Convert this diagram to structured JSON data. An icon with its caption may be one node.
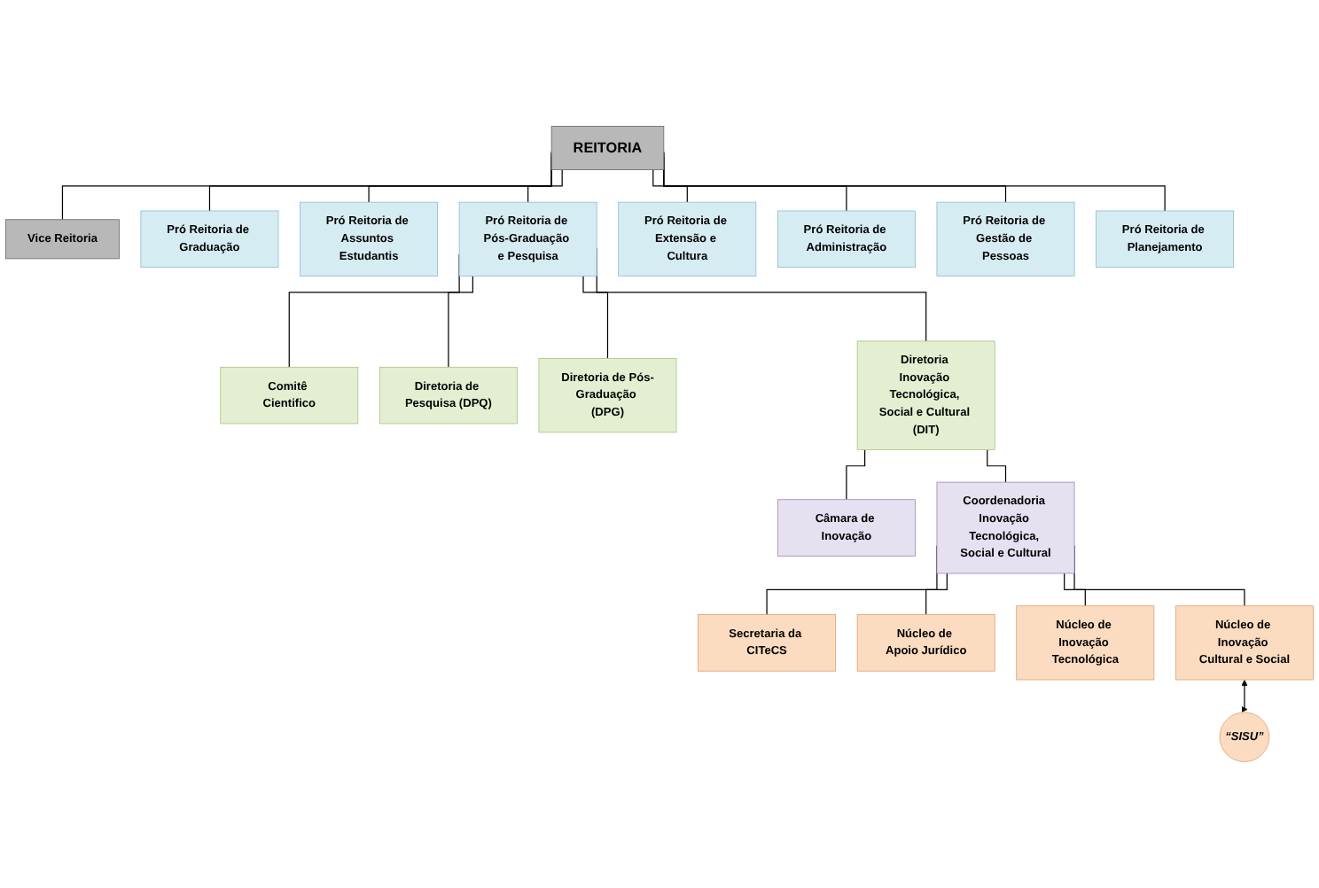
{
  "diagram": {
    "nodes": [
      {
        "text": [
          "REITORIA"
        ]
      },
      {
        "text": [
          "Vice Reitoria"
        ]
      },
      {
        "text": [
          "Pró Reitoria de Graduação"
        ]
      },
      {
        "text": [
          "Pró Reitoria de Assuntos Estudantis"
        ]
      },
      {
        "text": [
          "Pró Reitoria de Pós-Graduação e Pesquisa"
        ]
      },
      {
        "text": [
          "Pró Reitoria de Extensão e Cultura"
        ]
      },
      {
        "text": [
          "Pró Reitoria de Administração"
        ]
      },
      {
        "text": [
          "Pró Reitoria de Gestão de Pessoas"
        ]
      },
      {
        "text": [
          "Pró Reitoria de Planejamento"
        ]
      },
      {
        "text": [
          "Comitê Cientifico"
        ]
      },
      {
        "text": [
          "Diretoria de Pesquisa (DPQ)"
        ]
      },
      {
        "text": [
          "Diretoria de Pós-Graduação (DPG)"
        ]
      },
      {
        "text": [
          "Diretoria Inovação Tecnológica, Social e Cultural (DIT)"
        ]
      },
      {
        "text": [
          "Câmara de Inovação"
        ]
      },
      {
        "text": [
          "Coordenadoria Inovação Tecnológica, Social e Cultural"
        ]
      },
      {
        "text": [
          "Secretaria da CITeCS"
        ]
      },
      {
        "text": [
          "Núcleo de Apoio Jurídico"
        ]
      },
      {
        "text": [
          "Núcleo de Inovação Tecnológica"
        ]
      },
      {
        "text": [
          "Núcleo de Inovação Cultural e Social"
        ]
      },
      {
        "text": [
          "“SISU”"
        ]
      }
    ],
    "edges": [
      {
        "from": 0,
        "to": 1,
        "arrow": "none"
      },
      {
        "from": 0,
        "to": 2,
        "arrow": "none"
      },
      {
        "from": 0,
        "to": 3,
        "arrow": "none"
      },
      {
        "from": 0,
        "to": 4,
        "arrow": "none"
      },
      {
        "from": 0,
        "to": 5,
        "arrow": "none"
      },
      {
        "from": 0,
        "to": 6,
        "arrow": "none"
      },
      {
        "from": 0,
        "to": 7,
        "arrow": "none"
      },
      {
        "from": 0,
        "to": 8,
        "arrow": "none"
      },
      {
        "from": 4,
        "to": 9,
        "arrow": "none"
      },
      {
        "from": 4,
        "to": 10,
        "arrow": "none"
      },
      {
        "from": 4,
        "to": 11,
        "arrow": "none"
      },
      {
        "from": 4,
        "to": 12,
        "arrow": "none"
      },
      {
        "from": 12,
        "to": 13,
        "arrow": "none"
      },
      {
        "from": 12,
        "to": 14,
        "arrow": "none"
      },
      {
        "from": 14,
        "to": 15,
        "arrow": "none"
      },
      {
        "from": 14,
        "to": 16,
        "arrow": "none"
      },
      {
        "from": 14,
        "to": 17,
        "arrow": "none"
      },
      {
        "from": 14,
        "to": 18,
        "arrow": "none"
      },
      {
        "from": 18,
        "to": 19,
        "arrow": "both"
      }
    ]
  }
}
